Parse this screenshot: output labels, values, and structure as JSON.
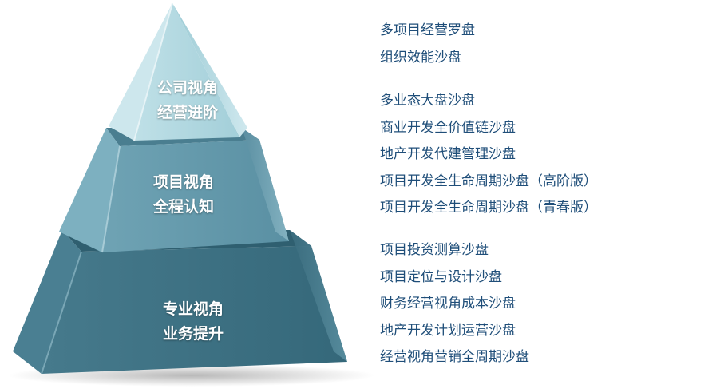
{
  "tiers": [
    {
      "label_line1": "公司视角",
      "label_line2": "经营进阶",
      "items": [
        "多项目经营罗盘",
        "组织效能沙盘"
      ],
      "color_front": "#a8d2dc",
      "color_side": "#c9e6ec"
    },
    {
      "label_line1": "项目视角",
      "label_line2": "全程认知",
      "items": [
        "多业态大盘沙盘",
        "商业开发全价值链沙盘",
        "地产开发代建管理沙盘",
        "项目开发全生命周期沙盘（高阶版）",
        "项目开发全生命周期沙盘（青春版）"
      ],
      "color_front": "#5f97aa",
      "color_side": "#7eb0c0"
    },
    {
      "label_line1": "专业视角",
      "label_line2": "业务提升",
      "items": [
        "项目投资测算沙盘",
        "项目定位与设计沙盘",
        "财务经营视角成本沙盘",
        "地产开发计划运营沙盘",
        "经营视角营销全周期沙盘"
      ],
      "color_front": "#3b6e80",
      "color_side": "#4f8496"
    }
  ],
  "colors": {
    "list_text": "#1f4e79"
  }
}
